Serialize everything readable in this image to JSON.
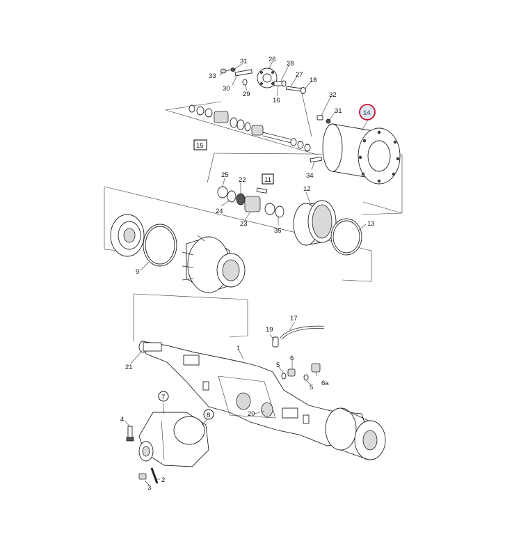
{
  "diagram": {
    "highlighted_callout": "14",
    "highlight_color": "#c8102e",
    "callouts": {
      "c33": "33",
      "c31a": "31",
      "c30": "30",
      "c29": "29",
      "c26": "26",
      "c28": "28",
      "c27": "27",
      "c18": "18",
      "c16": "16",
      "c32": "32",
      "c31b": "31",
      "c14": "14",
      "c15": "15",
      "c34": "34",
      "c25": "25",
      "c22": "22",
      "c11": "11",
      "c24": "24",
      "c23": "23",
      "c35": "35",
      "c12": "12",
      "c13": "13",
      "c9": "9",
      "c17": "17",
      "c19": "19",
      "c1": "1",
      "c21": "21",
      "c6": "6",
      "c5a": "5",
      "c5b": "5",
      "c6a": "6a",
      "c7": "7",
      "c8": "8",
      "c20": "20",
      "c4": "4",
      "c2": "2",
      "c3": "3"
    }
  }
}
